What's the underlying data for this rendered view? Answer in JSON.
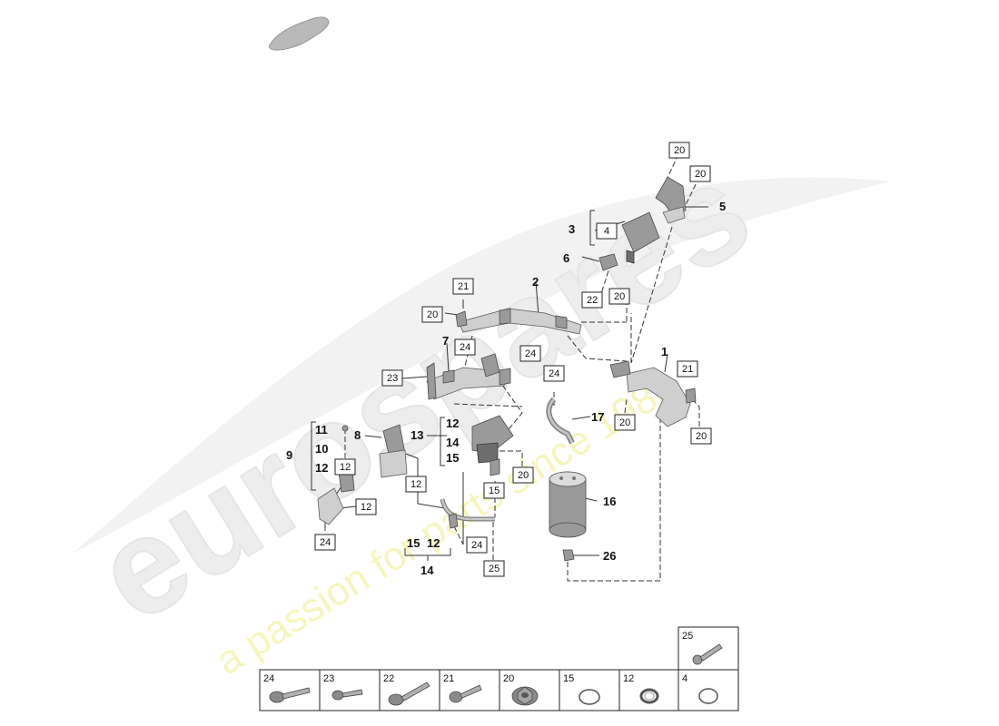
{
  "watermark": {
    "brand": "eurospares",
    "tagline": "a passion for parts since 1985"
  },
  "callouts": {
    "c1": "1",
    "c2": "2",
    "c3": "3",
    "c4": "4",
    "c5": "5",
    "c6": "6",
    "c7": "7",
    "c8": "8",
    "c9": "9",
    "c10": "10",
    "c11": "11",
    "c12a": "12",
    "c12b": "12",
    "c12c": "12",
    "c13": "13",
    "c14a": "14",
    "c14b": "14",
    "c15a": "15",
    "c15b": "15",
    "c16": "16",
    "c17": "17",
    "c26": "26"
  },
  "boxed": {
    "b20_top": "20",
    "b20_top2": "20",
    "b4": "4",
    "b22": "22",
    "b20_mid": "20",
    "b21_left": "21",
    "b20_left": "20",
    "b24_a": "24",
    "b24_b": "24",
    "b23": "23",
    "b24_c": "24",
    "b21_right": "21",
    "b20_right1": "20",
    "b20_right2": "20",
    "b12_a": "12",
    "b12_b": "12",
    "b12_c": "12",
    "b20_low": "20",
    "b15": "15",
    "b24_d": "24",
    "b24_e": "24",
    "b25": "25"
  },
  "hardware_table": {
    "top_cell": "25",
    "cells": [
      "24",
      "23",
      "22",
      "21",
      "20",
      "15",
      "12",
      "4"
    ]
  }
}
